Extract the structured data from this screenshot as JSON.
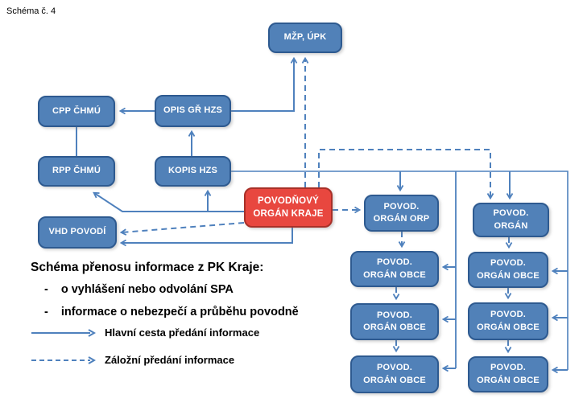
{
  "meta": {
    "schema_label": "Schéma č. 4"
  },
  "colors": {
    "node_blue": "#5181b8",
    "node_blue_border": "#2e5a90",
    "node_red": "#e8473f",
    "node_red_border": "#a83028",
    "arrow_blue": "#4f81bd",
    "text": "#000000"
  },
  "nodes": {
    "mzp": {
      "label": "MŽP, ÚPK"
    },
    "cpp": {
      "label": "CPP ČHMÚ"
    },
    "opis": {
      "label": "OPIS GŘ HZS"
    },
    "rpp": {
      "label": "RPP ČHMÚ"
    },
    "kopis": {
      "label": "KOPIS HZS"
    },
    "vhd": {
      "label": "VHD POVODÍ"
    },
    "kraj": {
      "label": "POVODŇOVÝ\nORGÁN KRAJE"
    },
    "orp": {
      "label": "POVOD.\nORGÁN ORP"
    },
    "organ": {
      "label": "POVOD.\nORGÁN"
    },
    "obce_m1": {
      "label": "POVOD.\nORGÁN OBCE"
    },
    "obce_m2": {
      "label": "POVOD.\nORGÁN OBCE"
    },
    "obce_m3": {
      "label": "POVOD.\nORGÁN OBCE"
    },
    "obce_r1": {
      "label": "POVOD.\nORGÁN OBCE"
    },
    "obce_r2": {
      "label": "POVOD.\nORGÁN OBCE"
    },
    "obce_r3": {
      "label": "POVOD.\nORGÁN OBCE"
    }
  },
  "caption": {
    "title": "Schéma přenosu informace z PK Kraje:",
    "bullet_marker": "-",
    "bullets": [
      "o vyhlášení nebo odvolání SPA",
      "informace o nebezpečí a průběhu povodně"
    ]
  },
  "legend": {
    "solid_label": "Hlavní cesta předání informace",
    "dashed_label": "Záložní předání informace"
  }
}
